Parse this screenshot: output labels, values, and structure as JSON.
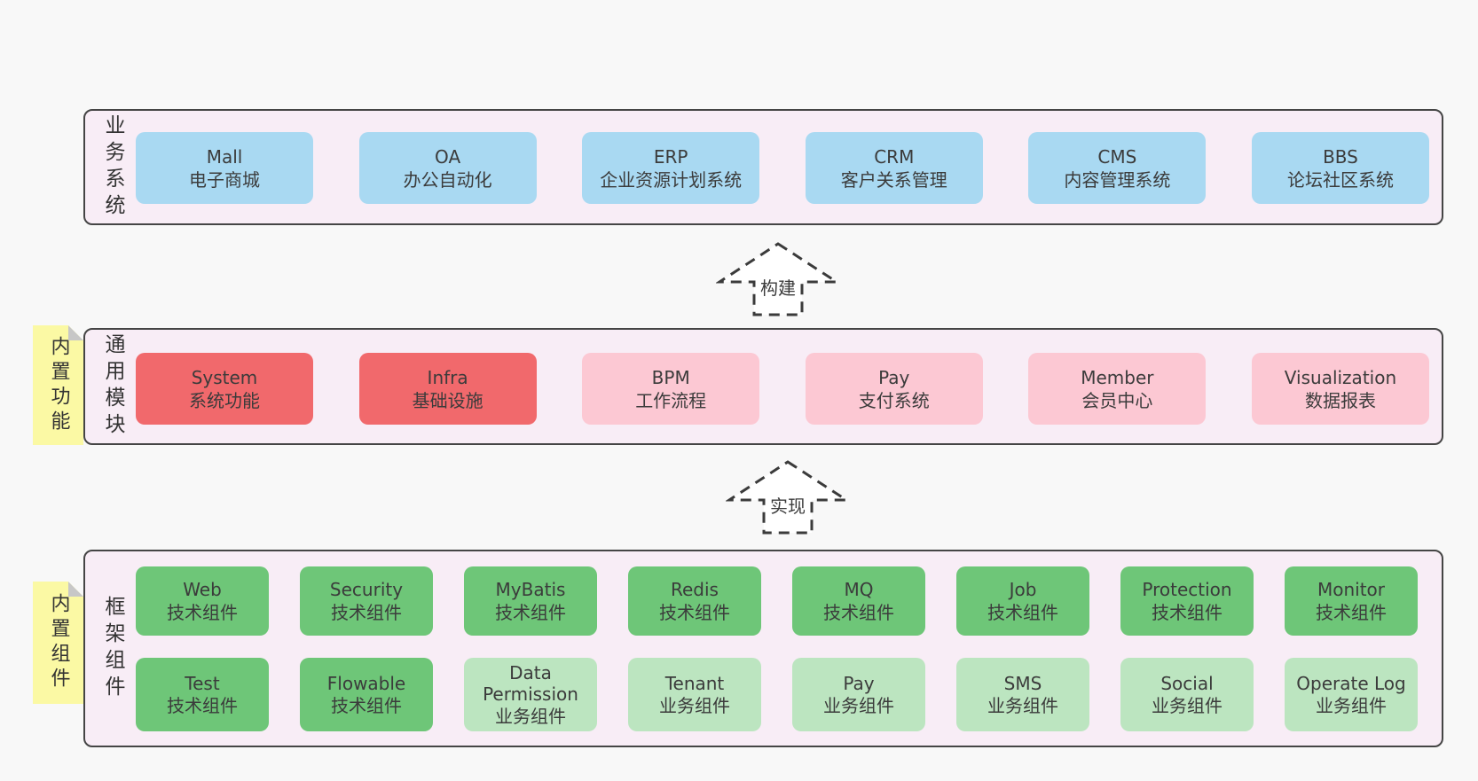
{
  "colors": {
    "page_background": "#f8f8f8",
    "panel_background": "#f8edf6",
    "panel_border": "#454545",
    "business_box": "#a9d9f2",
    "core_module_box": "#f1696c",
    "pending_module_box": "#fcc8d3",
    "tech_component_box": "#6ec678",
    "biz_component_box": "#bce5c0",
    "sticky_note": "#fbf9a4",
    "sticky_fold": "#c7c7c7",
    "text": "#3b3b3b",
    "arrow_fill": "#ffffff"
  },
  "business": {
    "label": "业务系统",
    "boxes": [
      {
        "name": "Mall",
        "desc": "电子商城"
      },
      {
        "name": "OA",
        "desc": "办公自动化"
      },
      {
        "name": "ERP",
        "desc": "企业资源计划系统"
      },
      {
        "name": "CRM",
        "desc": "客户关系管理"
      },
      {
        "name": "CMS",
        "desc": "内容管理系统"
      },
      {
        "name": "BBS",
        "desc": "论坛社区系统"
      }
    ]
  },
  "arrows": {
    "build": "构建",
    "implement": "实现"
  },
  "modules": {
    "label": "通用模块",
    "sticky": "内置功能",
    "boxes": [
      {
        "name": "System",
        "desc": "系统功能"
      },
      {
        "name": "Infra",
        "desc": "基础设施"
      },
      {
        "name": "BPM",
        "desc": "工作流程"
      },
      {
        "name": "Pay",
        "desc": "支付系统"
      },
      {
        "name": "Member",
        "desc": "会员中心"
      },
      {
        "name": "Visualization",
        "desc": "数据报表"
      }
    ]
  },
  "components": {
    "label": "框架组件",
    "sticky": "内置组件",
    "row1": [
      {
        "name": "Web",
        "desc": "技术组件"
      },
      {
        "name": "Security",
        "desc": "技术组件"
      },
      {
        "name": "MyBatis",
        "desc": "技术组件"
      },
      {
        "name": "Redis",
        "desc": "技术组件"
      },
      {
        "name": "MQ",
        "desc": "技术组件"
      },
      {
        "name": "Job",
        "desc": "技术组件"
      },
      {
        "name": "Protection",
        "desc": "技术组件"
      },
      {
        "name": "Monitor",
        "desc": "技术组件"
      }
    ],
    "row2": [
      {
        "name": "Test",
        "desc": "技术组件"
      },
      {
        "name": "Flowable",
        "desc": "技术组件"
      },
      {
        "name": "Data Permission",
        "desc": "业务组件"
      },
      {
        "name": "Tenant",
        "desc": "业务组件"
      },
      {
        "name": "Pay",
        "desc": "业务组件"
      },
      {
        "name": "SMS",
        "desc": "业务组件"
      },
      {
        "name": "Social",
        "desc": "业务组件"
      },
      {
        "name": "Operate Log",
        "desc": "业务组件"
      }
    ]
  }
}
